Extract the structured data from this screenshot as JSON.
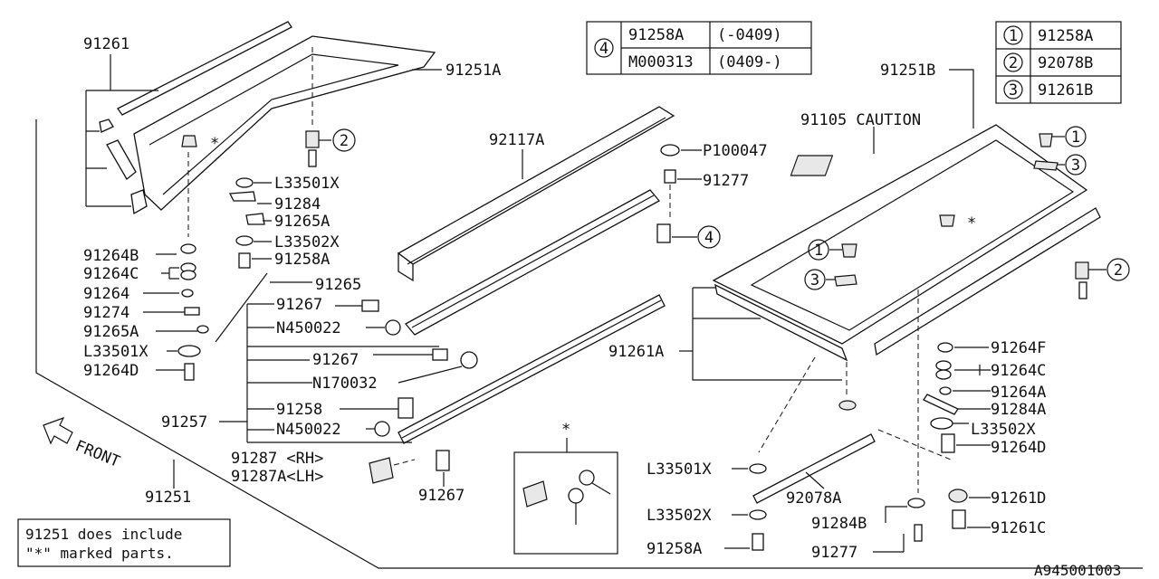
{
  "diagram_id": "A945001003",
  "note": {
    "line1": "91251 does include",
    "line2": "\"*\" marked parts."
  },
  "front_label": "FRONT",
  "star_symbol": "*",
  "table_left": {
    "key": "4",
    "rows": [
      {
        "part": "91258A",
        "range": "(-0409)"
      },
      {
        "part": "M000313",
        "range": "(0409-)"
      }
    ]
  },
  "table_right": {
    "rows": [
      {
        "key": "1",
        "part": "91258A"
      },
      {
        "key": "2",
        "part": "92078B"
      },
      {
        "key": "3",
        "part": "91261B"
      }
    ]
  },
  "parts": {
    "p91261": "91261",
    "p91251A": "91251A",
    "p91251B": "91251B",
    "p92117A": "92117A",
    "pP100047": "P100047",
    "p91277a": "91277",
    "p91105": "91105 CAUTION",
    "pL33501Xa": "L33501X",
    "p91284": "91284",
    "p91265Aa": "91265A",
    "pL33502Xa": "L33502X",
    "p91258Aa": "91258A",
    "p91264B": "91264B",
    "p91264Ca": "91264C",
    "p91264": "91264",
    "p91274": "91274",
    "p91265Ab": "91265A",
    "pL33501Xb": "L33501X",
    "p91264Da": "91264D",
    "p91265": "91265",
    "p91267a": "91267",
    "pN450022a": "N450022",
    "p91267b": "91267",
    "pN170032": "N170032",
    "p91258": "91258",
    "pN450022b": "N450022",
    "p91257": "91257",
    "p91287": "91287 <RH>",
    "p91287A": "91287A<LH>",
    "p91267c": "91267",
    "p91251": "91251",
    "p91261A": "91261A",
    "p91264F": "91264F",
    "p91264Cb": "91264C",
    "p91264A": "91264A",
    "p91284A": "91284A",
    "pL33502Xb": "L33502X",
    "p91264Db": "91264D",
    "pL33501Xc": "L33501X",
    "p92078A": "92078A",
    "pL33502Xc": "L33502X",
    "p91258Ab": "91258A",
    "p91284B": "91284B",
    "p91277b": "91277",
    "p91261D": "91261D",
    "p91261C": "91261C"
  },
  "callouts": {
    "c1": "1",
    "c2": "2",
    "c3": "3",
    "c4": "4"
  }
}
